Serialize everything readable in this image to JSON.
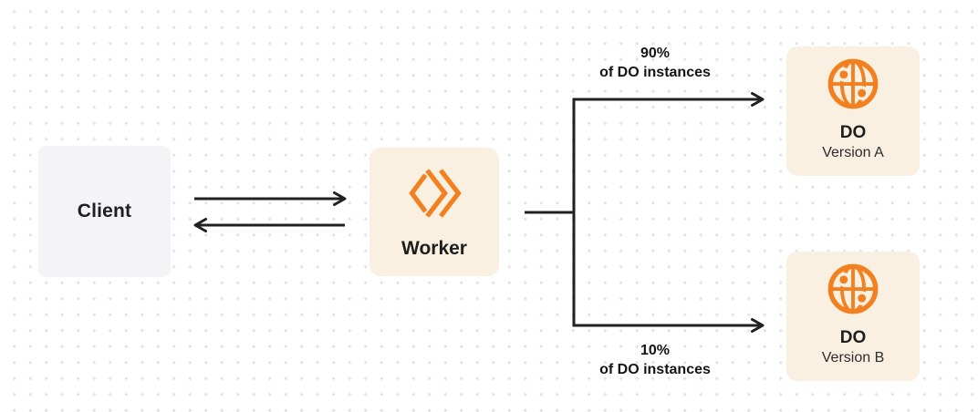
{
  "diagram": {
    "description": "Traffic-splitting diagram: Client communicates with Worker, which routes to two Durable Object versions",
    "colors": {
      "accent_orange": "#f38020",
      "node_cream_bg": "#faf0e2",
      "node_gray_bg": "#f4f4f6",
      "connector_line": "#212121",
      "text_dark": "#1e1e1e",
      "dot_grid": "#e4e4e7",
      "canvas_bg": "#ffffff"
    },
    "nodes": {
      "client": {
        "label": "Client"
      },
      "worker": {
        "label": "Worker",
        "icon": "workers-logo-icon"
      },
      "do_a": {
        "title": "DO",
        "subtitle": "Version A",
        "icon": "globe-icon"
      },
      "do_b": {
        "title": "DO",
        "subtitle": "Version B",
        "icon": "globe-icon"
      }
    },
    "edges": {
      "client_worker": {
        "type": "bidirectional-arrows"
      },
      "split_top": {
        "percent": "90%",
        "detail": "of DO instances"
      },
      "split_bottom": {
        "percent": "10%",
        "detail": "of DO instances"
      }
    }
  }
}
